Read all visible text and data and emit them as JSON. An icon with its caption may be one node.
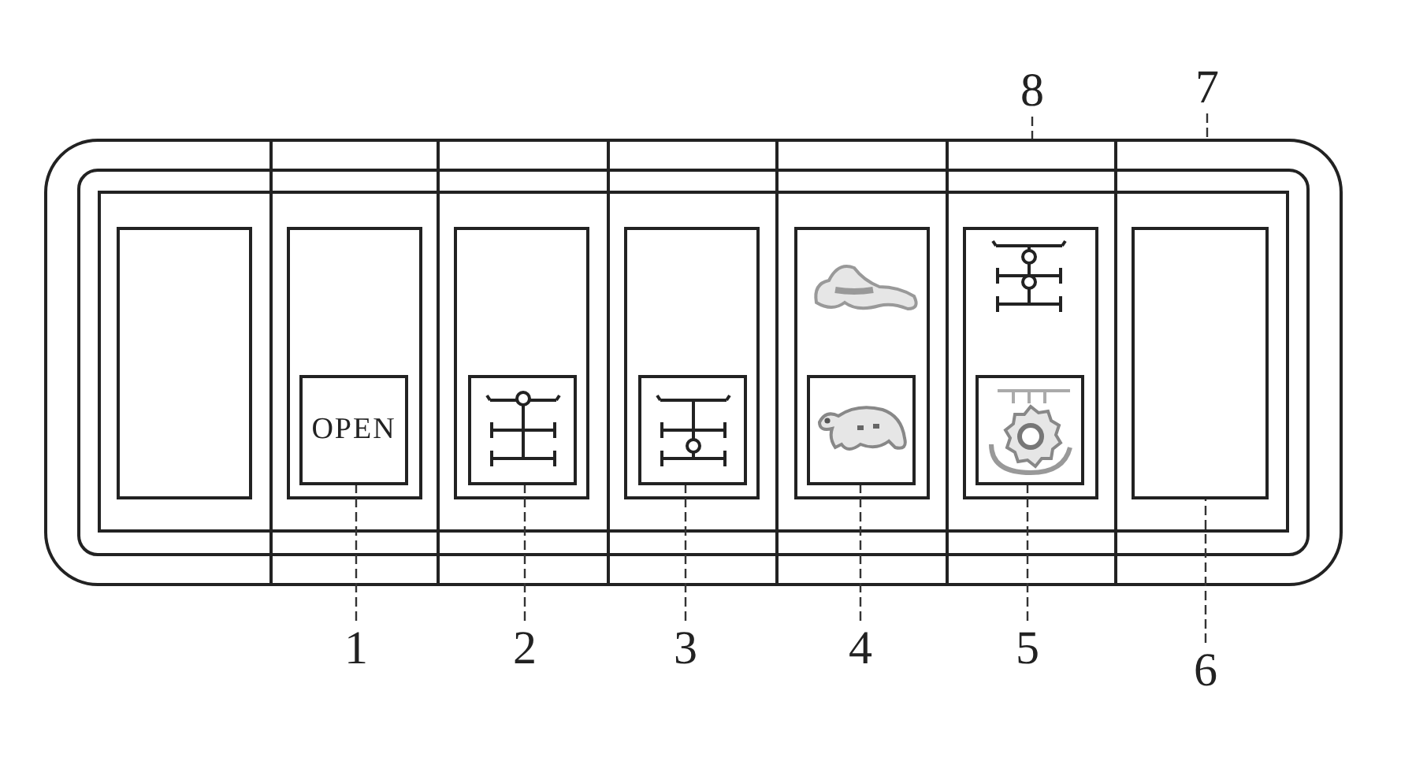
{
  "diagram": {
    "nodes": [
      {
        "text": [
          "8"
        ]
      },
      {
        "text": [
          "7"
        ]
      },
      {
        "text": [],
        "shape": "box"
      },
      {
        "text": [],
        "shape": "box",
        "in": 2
      },
      {
        "text": [],
        "shape": "box",
        "in": 2
      },
      {
        "text": [],
        "shape": "box",
        "in": 2
      },
      {
        "text": [],
        "shape": "box",
        "in": 2
      },
      {
        "text": [],
        "shape": "box",
        "in": 2
      },
      {
        "text": [],
        "shape": "box",
        "in": 2
      },
      {
        "text": [],
        "shape": "box",
        "in": 2
      },
      {
        "text": [
          "OPEN"
        ],
        "in": 4
      },
      {
        "text": [],
        "shape": "picture",
        "in": 5
      },
      {
        "text": [],
        "shape": "picture",
        "in": 6
      },
      {
        "text": [],
        "shape": "picture",
        "in": 7
      },
      {
        "text": [],
        "shape": "picture",
        "in": 8
      },
      {
        "text": [
          "1"
        ]
      },
      {
        "text": [
          "2"
        ]
      },
      {
        "text": [
          "3"
        ]
      },
      {
        "text": [
          "4"
        ]
      },
      {
        "text": [
          "5"
        ]
      },
      {
        "text": [
          "6"
        ]
      }
    ],
    "edges": [
      {
        "from": 0,
        "to": 2,
        "arrow": "none",
        "style": "dashed"
      },
      {
        "from": 1,
        "to": 2,
        "arrow": "none",
        "style": "dashed"
      },
      {
        "from": 15,
        "to": 10,
        "arrow": "none",
        "style": "dashed"
      },
      {
        "from": 16,
        "to": 11,
        "arrow": "none",
        "style": "dashed"
      },
      {
        "from": 17,
        "to": 12,
        "arrow": "none",
        "style": "dashed"
      },
      {
        "from": 18,
        "to": 13,
        "arrow": "none",
        "style": "dashed"
      },
      {
        "from": 19,
        "to": 14,
        "arrow": "none",
        "style": "dashed"
      },
      {
        "from": 20,
        "to": 9,
        "arrow": "none",
        "style": "dashed"
      }
    ]
  }
}
